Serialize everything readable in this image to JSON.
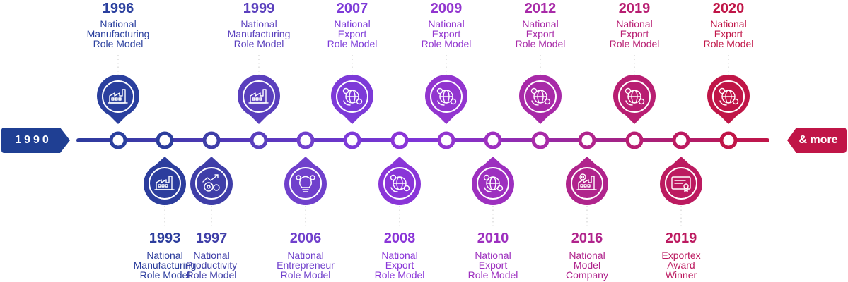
{
  "start_label": "1990",
  "end_label": "& more",
  "colors": {
    "start": "#1f3f93",
    "end": "#c01547",
    "track_left": "#2d3b9d",
    "track_mid": "#7f35d8",
    "track_right": "#c01547"
  },
  "milestones": [
    {
      "year": "1996",
      "award": "National\nManufacturing\nRole Model",
      "position": "top",
      "icon": "factory-icon",
      "color": "#2a3f9e"
    },
    {
      "year": "1993",
      "award": "National\nManufacturing\nRole Model",
      "position": "bottom",
      "icon": "factory-icon",
      "color": "#2c3d9d"
    },
    {
      "year": "1997",
      "award": "National\nProductivity\nRole Model",
      "position": "bottom",
      "icon": "growth-chart-gear-icon",
      "color": "#3f3ea8"
    },
    {
      "year": "1999",
      "award": "National\nManufacturing\nRole Model",
      "position": "top",
      "icon": "factory-icon",
      "color": "#5a3fbd"
    },
    {
      "year": "2006",
      "award": "National\nEntrepreneur\nRole Model",
      "position": "bottom",
      "icon": "idea-gear-icon",
      "color": "#7040cc"
    },
    {
      "year": "2007",
      "award": "National\nExport\nRole Model",
      "position": "top",
      "icon": "global-export-icon",
      "color": "#7d3ad8"
    },
    {
      "year": "2008",
      "award": "National\nExport\nRole Model",
      "position": "bottom",
      "icon": "global-export-icon",
      "color": "#8a35d8"
    },
    {
      "year": "2009",
      "award": "National\nExport\nRole Model",
      "position": "top",
      "icon": "global-export-icon",
      "color": "#9235cf"
    },
    {
      "year": "2010",
      "award": "National\nExport\nRole Model",
      "position": "bottom",
      "icon": "global-export-icon",
      "color": "#9d2fbf"
    },
    {
      "year": "2012",
      "award": "National\nExport\nRole Model",
      "position": "top",
      "icon": "global-export-icon",
      "color": "#a82aa8"
    },
    {
      "year": "2016",
      "award": "National\nModel\nCompany",
      "position": "bottom",
      "icon": "factory-gear-icon",
      "color": "#b0248c"
    },
    {
      "year": "2019",
      "award": "National\nExport\nRole Model",
      "position": "top",
      "icon": "global-export-icon",
      "color": "#b81e72"
    },
    {
      "year": "2019",
      "award": "Exportex\nAward\nWinner",
      "position": "bottom",
      "icon": "certificate-icon",
      "color": "#bc1a60"
    },
    {
      "year": "2020",
      "award": "National\nExport\nRole Model",
      "position": "top",
      "icon": "global-export-icon",
      "color": "#c01547"
    }
  ]
}
